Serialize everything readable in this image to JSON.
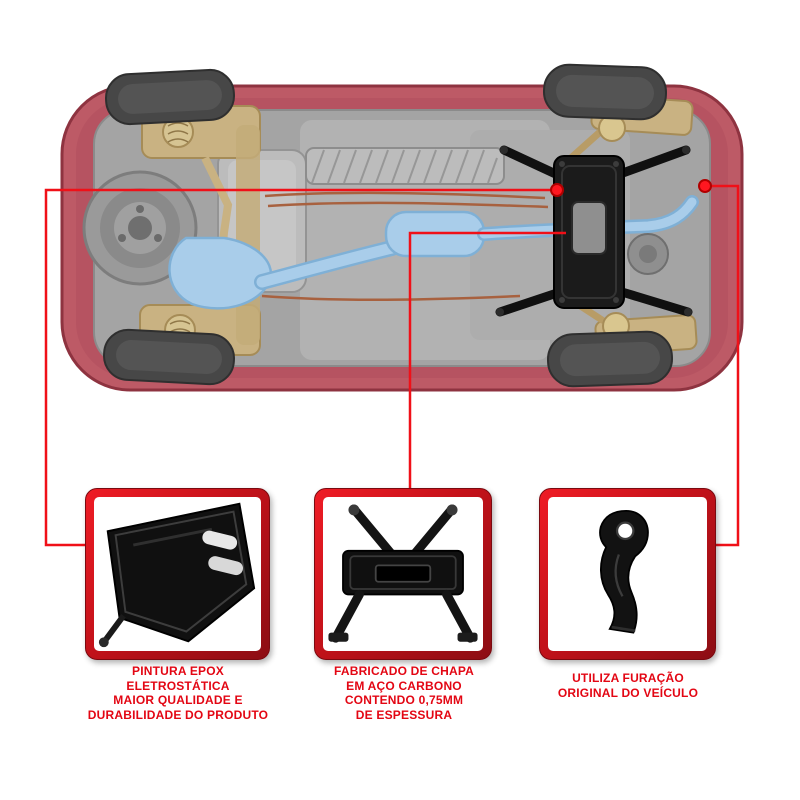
{
  "colors": {
    "accent_red": "#e30613",
    "callout_line_red": "#f01018",
    "car_body_red": "#bd5a66",
    "exhaust_blue": "#a9cdea",
    "product_black": "#141414"
  },
  "illustration": {
    "subject": "car underbody top-down view with engine skid plate installed",
    "marker_count": 2
  },
  "callouts": [
    {
      "name": "paint-quality",
      "photo": "skid-plate-photo",
      "text": "PINTURA EPOX\nELETROSTÁTICA\nMAIOR QUALIDADE E\nDURABILIDADE DO PRODUTO"
    },
    {
      "name": "steel-material",
      "photo": "crossmember-bracket-photo",
      "text": "FABRICADO DE CHAPA\nEM AÇO CARBONO\nCONTENDO 0,75MM\nDE ESPESSURA"
    },
    {
      "name": "original-mounting",
      "photo": "mounting-arm-photo",
      "text": "UTILIZA FURAÇÃO\nORIGINAL DO VEÍCULO"
    }
  ]
}
